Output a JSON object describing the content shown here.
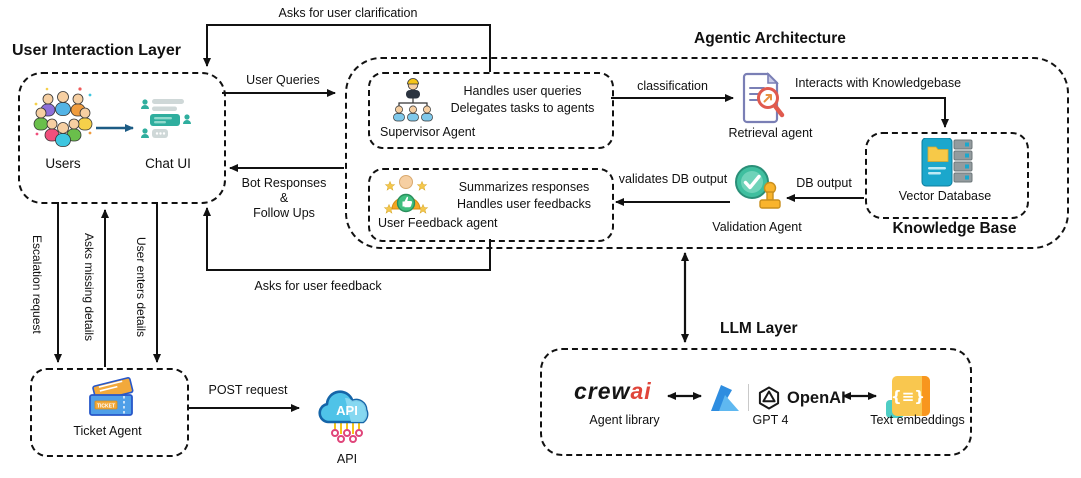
{
  "colors": {
    "ink": "#111111",
    "arrow_blue": "#1d5c85",
    "crewai_red": "#e0453a",
    "chat_teal": "#2fae9e",
    "db_blue": "#1ba7cc",
    "stamp_yellow": "#f7b32b",
    "check_green": "#3fbf9f",
    "azure_blue": "#2e8de0"
  },
  "layers": {
    "user_interaction": {
      "title": "User Interaction Layer",
      "users_label": "Users",
      "chat_ui_label": "Chat UI"
    },
    "agentic": {
      "title": "Agentic Architecture",
      "supervisor": {
        "desc1": "Handles user queries",
        "desc2": "Delegates tasks to agents",
        "name": "Supervisor Agent"
      },
      "retrieval": {
        "name": "Retrieval agent"
      },
      "validation": {
        "name": "Validation Agent"
      },
      "feedback": {
        "desc1": "Summarizes responses",
        "desc2": "Handles user feedbacks",
        "name": "User Feedback agent"
      }
    },
    "knowledge": {
      "title": "Knowledge Base",
      "vector_db": "Vector Database"
    },
    "llm": {
      "title": "LLM Layer",
      "crewai_part1": "crew",
      "crewai_part2": "ai",
      "agent_library": "Agent library",
      "openai": "OpenAI",
      "gpt": "GPT 4",
      "embeddings": "Text embeddings",
      "embeddings_glyph": "{≡}"
    },
    "ticketing": {
      "name": "Ticket Agent",
      "ticket_glyph": "TICKET",
      "post_request": "POST request",
      "api_glyph": "API",
      "api_label": "API"
    }
  },
  "edges": {
    "asks_clarification": "Asks for user clarification",
    "user_queries": "User Queries",
    "bot_responses_1": "Bot Responses",
    "bot_responses_2": "&",
    "bot_responses_3": "Follow Ups",
    "asks_feedback": "Asks for user feedback",
    "classification": "classification",
    "interacts_kb": "Interacts with Knowledgebase",
    "db_output": "DB output",
    "validates_db": "validates DB output",
    "escalation": "Escalation request",
    "asks_missing": "Asks missing details",
    "user_enters": "User enters details",
    "post_request": "POST request"
  }
}
